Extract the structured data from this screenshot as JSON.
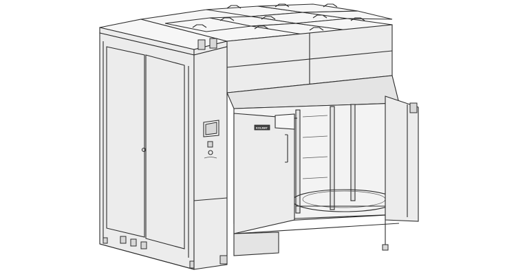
{
  "figure": {
    "type": "technical line drawing",
    "subject": "industrial cabinet washer with open doors and rotating rack",
    "background_color": "#ffffff",
    "line_color": "#2b2b2b",
    "panel_color": "#ececec"
  },
  "components": {
    "top_tanks": {
      "count": 6,
      "description": "lidded tanks on roof"
    },
    "control_panel": {
      "screen": "display",
      "buttons": 2
    },
    "front_door_label": "KOLMAT",
    "side_doors": 2,
    "open_doors": 2,
    "rotating_rack": "visible inside chamber"
  }
}
